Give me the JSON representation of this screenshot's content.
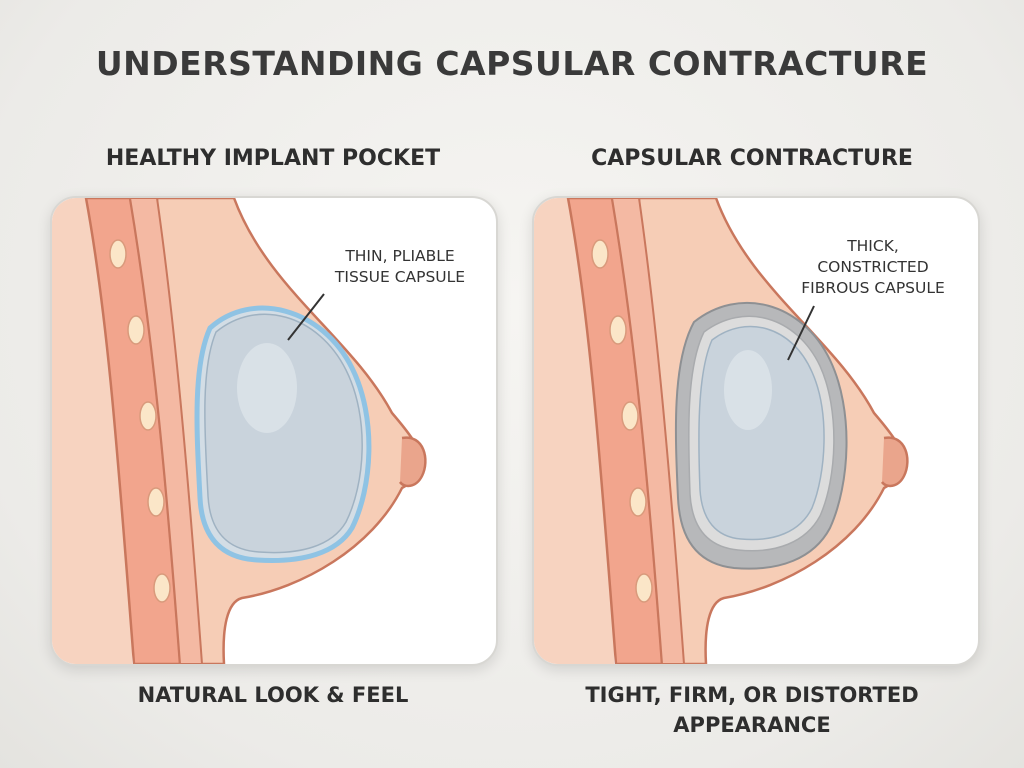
{
  "title": "UNDERSTANDING CAPSULAR CONTRACTURE",
  "panels": [
    {
      "heading": "HEALTHY IMPLANT POCKET",
      "callout": "THIN, PLIABLE\nTISSUE CAPSULE",
      "caption": "NATURAL LOOK & FEEL",
      "capsule_state": "thin"
    },
    {
      "heading": "CAPSULAR CONTRACTURE",
      "callout": "THICK,\nCONSTRICTED\nFIBROUS CAPSULE",
      "caption": "TIGHT, FIRM, OR DISTORTED\nAPPEARANCE",
      "capsule_state": "thick"
    }
  ],
  "colors": {
    "skin": "#f6cdb6",
    "skin_outline": "#c9775d",
    "muscle": "#f2a58d",
    "fat_cell": "#fbe6c8",
    "implant": "#c9d3dc",
    "thin_capsule": "#8fc3e4",
    "thick_capsule": "#b7b8ba",
    "background": "#efeeeb"
  }
}
